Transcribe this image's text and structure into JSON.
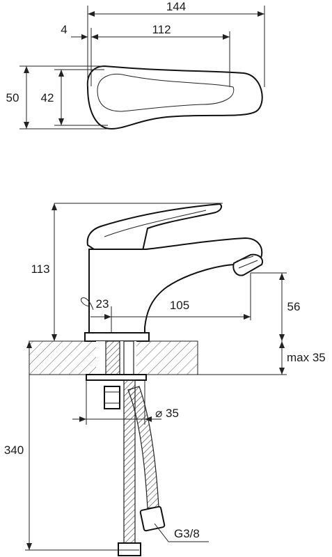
{
  "diagram": {
    "top_view": {
      "dim_total_length": "144",
      "dim_lever_length": "112",
      "dim_offset": "4",
      "dim_height_outer": "50",
      "dim_height_inner": "42"
    },
    "side_view": {
      "dim_height": "113",
      "dim_base": "23",
      "dim_spout_reach": "105",
      "dim_spout_height": "56",
      "dim_counter_thickness": "max 35",
      "dim_hole_diameter": "⌀ 35",
      "dim_hose_length": "340",
      "dim_thread": "G3/8"
    }
  }
}
